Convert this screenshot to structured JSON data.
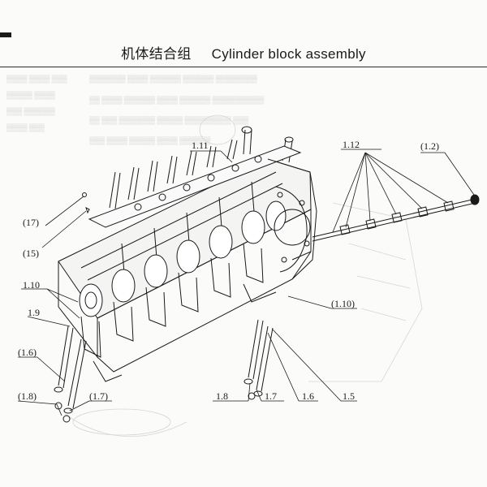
{
  "page": {
    "title_cn": "机体结合组",
    "title_en": "Cylinder block assembly"
  },
  "callouts": {
    "c1_11": "1.11",
    "c1_12": "1.12",
    "c1_2": "(1.2)",
    "c17": "(17)",
    "c15": "(15)",
    "c1_10_left": "1.10",
    "c1_9": "1.9",
    "c1_6_left": "(1.6)",
    "c1_8_left": "(1.8)",
    "c1_7_left": "(1.7)",
    "c1_10_right": "(1.10)",
    "c1_8_bottom": "1.8",
    "c1_7_bottom": "1.7",
    "c1_6_bottom": "1.6",
    "c1_5": "1.5"
  },
  "colors": {
    "ink": "#1a1a1a",
    "bleed": "#c8c8c8"
  }
}
